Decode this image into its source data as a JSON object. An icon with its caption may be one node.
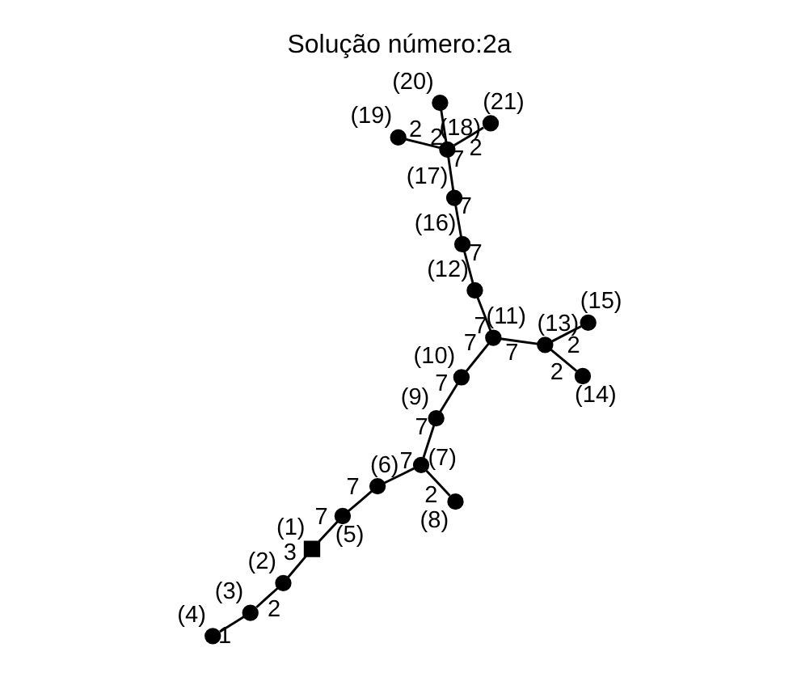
{
  "diagram": {
    "title": "Solução número:2a",
    "nodes": [
      {
        "text": [],
        "shape": "box",
        "beside": [
          "(1)"
        ]
      },
      {
        "text": [],
        "shape": "circle",
        "beside": [
          "(2)"
        ]
      },
      {
        "text": [],
        "shape": "circle",
        "beside": [
          "(3)"
        ]
      },
      {
        "text": [],
        "shape": "circle",
        "beside": [
          "(4)"
        ]
      },
      {
        "text": [],
        "shape": "circle",
        "beside": [
          "(5)"
        ]
      },
      {
        "text": [],
        "shape": "circle",
        "beside": [
          "(6)"
        ]
      },
      {
        "text": [],
        "shape": "circle",
        "beside": [
          "(7)"
        ]
      },
      {
        "text": [],
        "shape": "circle",
        "beside": [
          "(8)"
        ]
      },
      {
        "text": [],
        "shape": "circle",
        "beside": [
          "(9)"
        ]
      },
      {
        "text": [],
        "shape": "circle",
        "beside": [
          "(10)"
        ]
      },
      {
        "text": [],
        "shape": "circle",
        "beside": [
          "(11)"
        ]
      },
      {
        "text": [],
        "shape": "circle",
        "beside": [
          "(12)"
        ]
      },
      {
        "text": [],
        "shape": "circle",
        "beside": [
          "(13)"
        ]
      },
      {
        "text": [],
        "shape": "circle",
        "beside": [
          "(14)"
        ]
      },
      {
        "text": [],
        "shape": "circle",
        "beside": [
          "(15)"
        ]
      },
      {
        "text": [],
        "shape": "circle",
        "beside": [
          "(16)"
        ]
      },
      {
        "text": [],
        "shape": "circle",
        "beside": [
          "(17)"
        ]
      },
      {
        "text": [],
        "shape": "circle",
        "beside": [
          "(18)"
        ]
      },
      {
        "text": [],
        "shape": "circle",
        "beside": [
          "(19)"
        ]
      },
      {
        "text": [],
        "shape": "circle",
        "beside": [
          "(20)"
        ]
      },
      {
        "text": [],
        "shape": "circle",
        "beside": [
          "(21)"
        ]
      }
    ],
    "edges": [
      {
        "from": 0,
        "to": 1,
        "arrow": "none",
        "label": "3"
      },
      {
        "from": 1,
        "to": 2,
        "arrow": "none",
        "label": "2"
      },
      {
        "from": 2,
        "to": 3,
        "arrow": "none",
        "label": "1"
      },
      {
        "from": 0,
        "to": 4,
        "arrow": "none",
        "label": "7"
      },
      {
        "from": 4,
        "to": 5,
        "arrow": "none",
        "label": "7"
      },
      {
        "from": 5,
        "to": 6,
        "arrow": "none",
        "label": "7"
      },
      {
        "from": 6,
        "to": 7,
        "arrow": "none",
        "label": "2"
      },
      {
        "from": 6,
        "to": 8,
        "arrow": "none",
        "label": "7"
      },
      {
        "from": 8,
        "to": 9,
        "arrow": "none",
        "label": "7"
      },
      {
        "from": 9,
        "to": 10,
        "arrow": "none",
        "label": "7"
      },
      {
        "from": 10,
        "to": 12,
        "arrow": "none",
        "label": "7"
      },
      {
        "from": 12,
        "to": 13,
        "arrow": "none",
        "label": "2"
      },
      {
        "from": 12,
        "to": 14,
        "arrow": "none",
        "label": "2"
      },
      {
        "from": 10,
        "to": 11,
        "arrow": "none",
        "label": "7"
      },
      {
        "from": 11,
        "to": 15,
        "arrow": "none",
        "label": "7"
      },
      {
        "from": 15,
        "to": 16,
        "arrow": "none",
        "label": "7"
      },
      {
        "from": 16,
        "to": 17,
        "arrow": "none",
        "label": "7"
      },
      {
        "from": 17,
        "to": 18,
        "arrow": "none",
        "label": "2"
      },
      {
        "from": 17,
        "to": 19,
        "arrow": "none",
        "label": "2"
      },
      {
        "from": 17,
        "to": 20,
        "arrow": "none",
        "label": "2"
      }
    ]
  }
}
